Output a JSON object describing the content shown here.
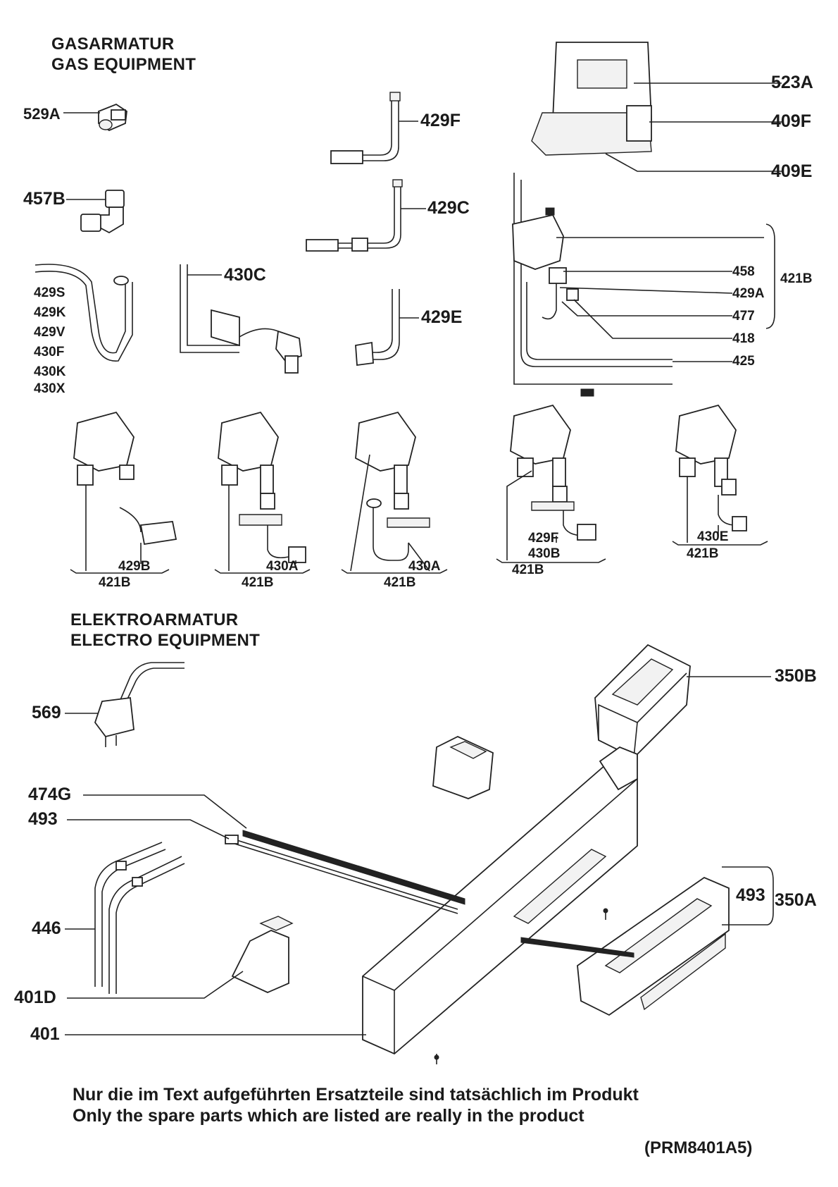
{
  "headings": {
    "gas_de": "GASARMATUR",
    "gas_en": "GAS EQUIPMENT",
    "electro_de": "ELEKTROARMATUR",
    "electro_en": "ELECTRO EQUIPMENT"
  },
  "labels": {
    "p529A": "529A",
    "p457B": "457B",
    "p429F_top": "429F",
    "p429C": "429C",
    "p430C": "430C",
    "p429E": "429E",
    "p523A": "523A",
    "p409F": "409F",
    "p409E": "409E",
    "p458": "458",
    "p429A": "429A",
    "p477": "477",
    "p418": "418",
    "p425": "425",
    "p421B_bracket": "421B",
    "hose_list": [
      "429S",
      "429K",
      "429V",
      "430F",
      "430K",
      "430X"
    ],
    "v1_sub": "429B",
    "v1_group": "421B",
    "v2_sub": "430A",
    "v2_group": "421B",
    "v3_sub": "430A",
    "v3_group": "421B",
    "v4_sub1": "429F",
    "v4_sub2": "430B",
    "v4_group": "421B",
    "v5_sub": "430E",
    "v5_group": "421B",
    "p569": "569",
    "p350B": "350B",
    "p474G": "474G",
    "p493_left": "493",
    "p446": "446",
    "p401D": "401D",
    "p401": "401",
    "p493_right": "493",
    "p350A": "350A"
  },
  "footer": {
    "note_de": "Nur die im Text aufgeführten Ersatzteile sind tatsächlich im Produkt",
    "note_en": "Only the spare parts which are listed are really in the product",
    "code": "(PRM8401A5)"
  }
}
